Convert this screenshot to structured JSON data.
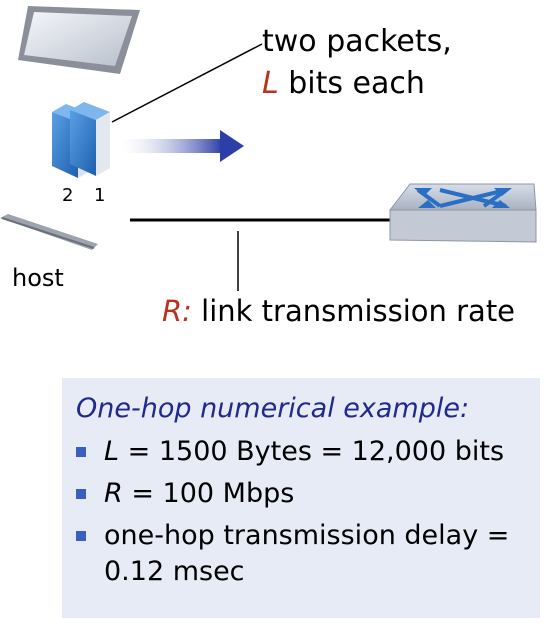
{
  "callout": {
    "line1": "two packets,",
    "l_symbol": "L",
    "line2_rest": " bits each"
  },
  "packets": {
    "first_num": "1",
    "second_num": "2"
  },
  "host": {
    "label": "host"
  },
  "link": {
    "r_symbol": "R:",
    "label": " link transmission rate"
  },
  "example": {
    "title": "One-hop numerical example:",
    "bullets": [
      {
        "symbol": "L",
        "text": " = 1500 Bytes = 12,000 bits"
      },
      {
        "symbol": "R",
        "text": " = 100 Mbps"
      },
      {
        "symbol": "",
        "text": "one-hop transmission delay = 0.12 msec"
      }
    ]
  },
  "colors": {
    "accent_red": "#b8321f",
    "example_bg": "#e6ebf5",
    "packet_blue": "#2a6fc4",
    "arrow_blue": "#2c3fa8"
  }
}
